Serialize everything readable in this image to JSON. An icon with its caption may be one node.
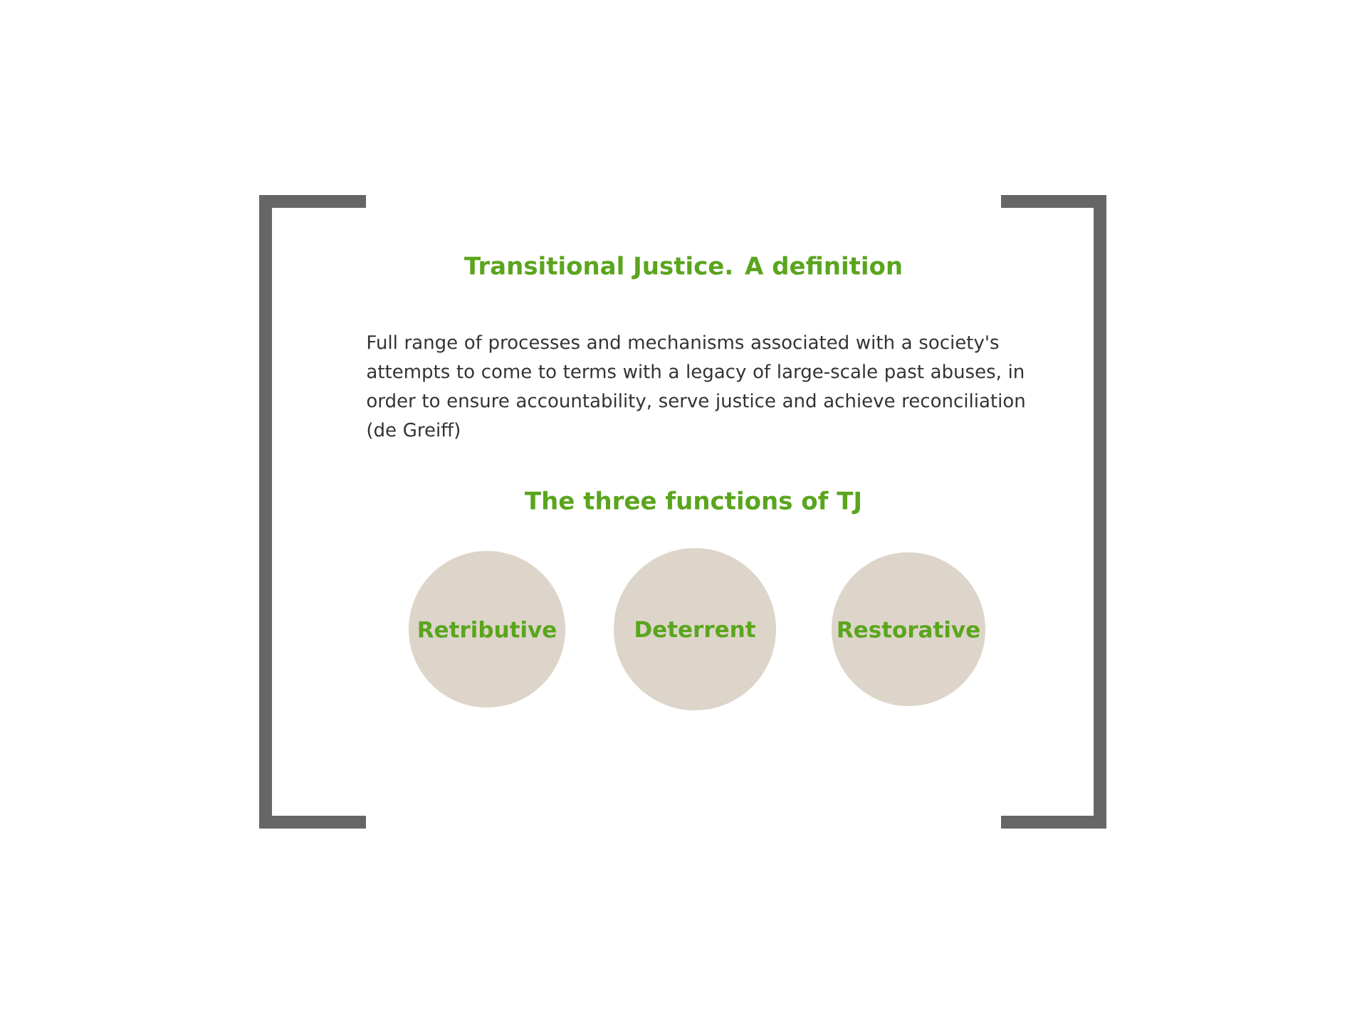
{
  "diagram": {
    "title": "Transitional Justice. A definition",
    "nodes": [
      {
        "text": [
          "Retributive"
        ]
      },
      {
        "text": [
          "Deterrent"
        ]
      },
      {
        "text": [
          "Restorative"
        ]
      }
    ],
    "labels": [
      "Full range of processes and mechanisms associated with a society's attempts to come to terms with a legacy of large-scale past abuses, in order to ensure accountability, serve justice and achieve reconciliation (de Greiff)",
      "The three functions of TJ"
    ]
  }
}
